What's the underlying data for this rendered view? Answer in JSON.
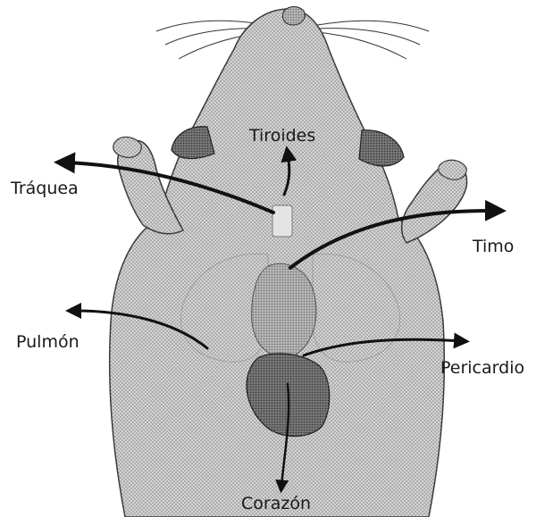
{
  "labels": {
    "tiroides": "Tiroides",
    "traquea": "Tráquea",
    "timo": "Timo",
    "pulmon": "Pulmón",
    "pericardio": "Pericardio",
    "corazon": "Corazón"
  },
  "colors": {
    "body_fill": "#c9c9c9",
    "organ_fill": "#a9a9a9",
    "dark_organ": "#5e5e5e",
    "outline": "#2b2b2b",
    "arrow": "#111111"
  }
}
